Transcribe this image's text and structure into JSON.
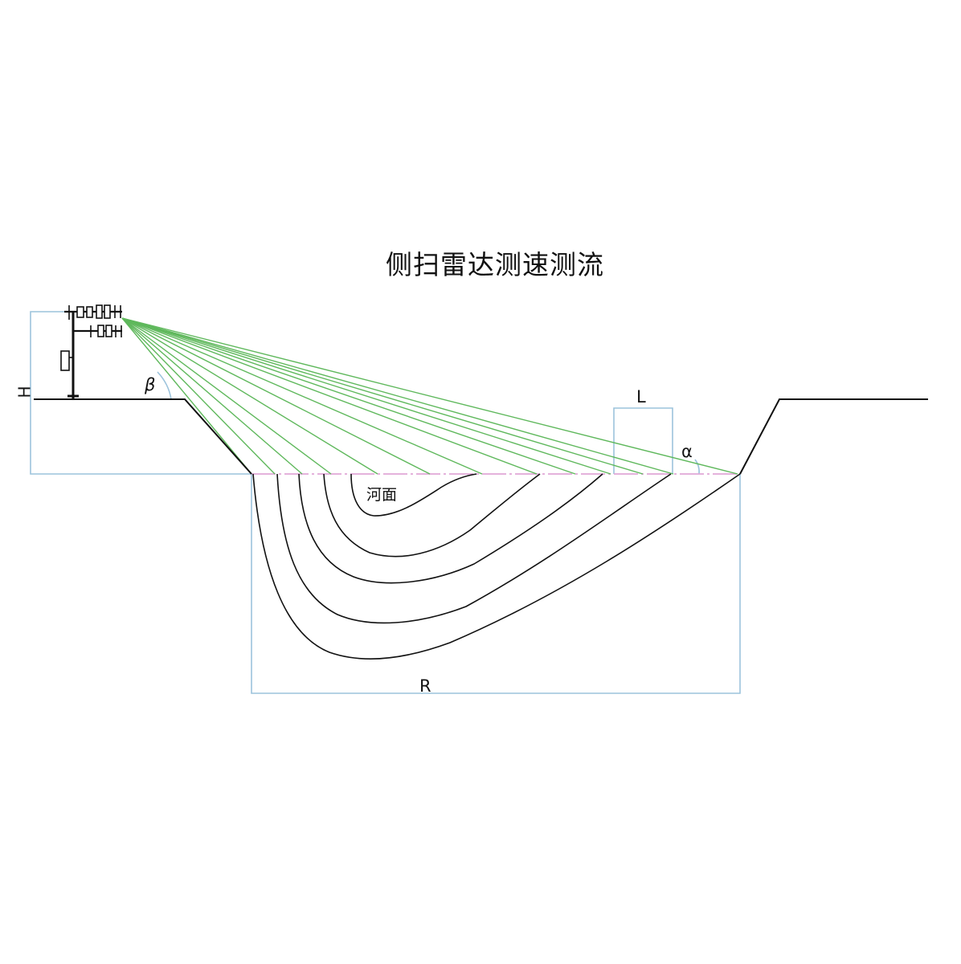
{
  "title": "侧扫雷达测速测流",
  "labels": {
    "height": "H",
    "beta": "β",
    "alpha": "α",
    "span": "L",
    "river_surface": "河面",
    "width": "R"
  }
}
